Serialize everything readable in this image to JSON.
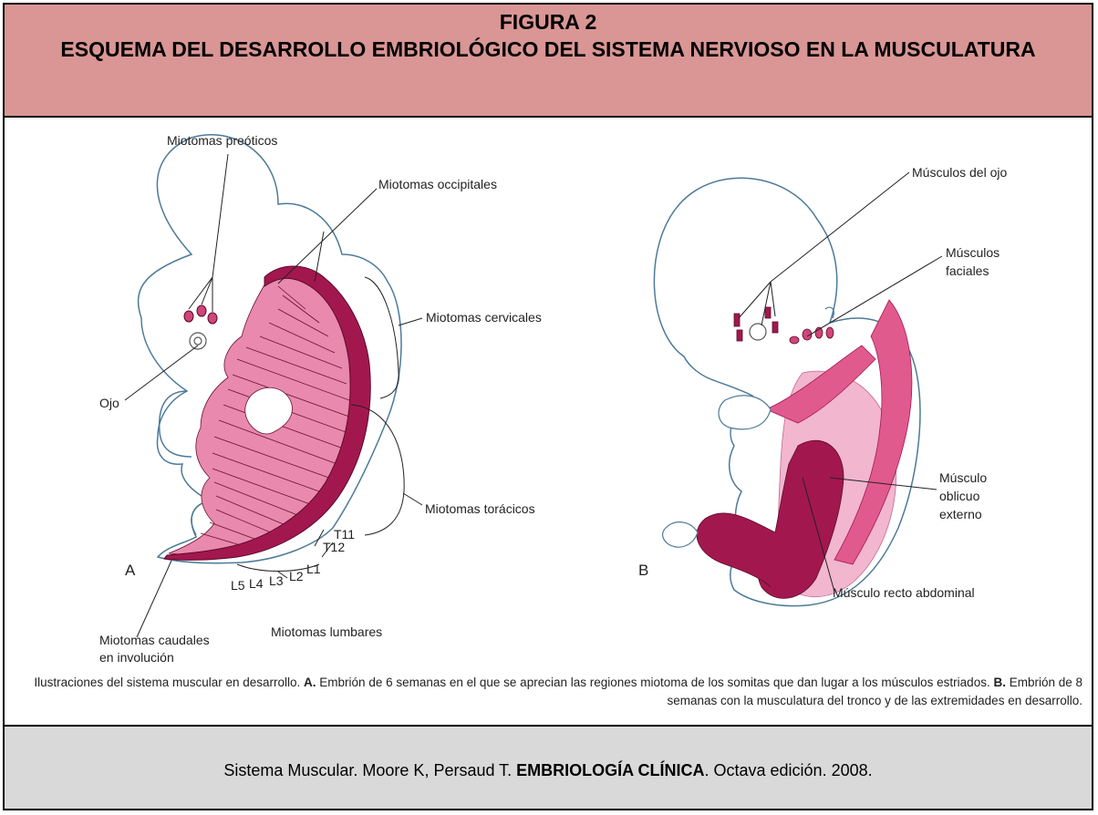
{
  "header": {
    "figure_number": "FIGURA 2",
    "title": "ESQUEMA DEL DESARROLLO EMBRIOLÓGICO DEL SISTEMA NERVIOSO EN LA MUSCULATURA"
  },
  "panel_a": {
    "letter": "A",
    "labels": {
      "preoticos": "Miotomas preóticos",
      "occipitales": "Miotomas occipitales",
      "cervicales": "Miotomas cervicales",
      "ojo": "Ojo",
      "toracicos": "Miotomas torácicos",
      "caudales_1": "Miotomas caudales",
      "caudales_2": "en involución",
      "lumbares": "Miotomas lumbares",
      "t11": "T11",
      "t12": "T12",
      "l1": "L1",
      "l2": "L2",
      "l3": "L3",
      "l4": "L4",
      "l5": "L5"
    }
  },
  "panel_b": {
    "letter": "B",
    "labels": {
      "ojo": "Músculos del ojo",
      "faciales_1": "Músculos",
      "faciales_2": "faciales",
      "oblicuo_1": "Músculo",
      "oblicuo_2": "oblicuo",
      "oblicuo_3": "externo",
      "recto": "Músculo recto abdominal"
    }
  },
  "caption": {
    "text1": "Ilustraciones del sistema muscular en desarrollo. ",
    "a_label": "A.",
    "text2": " Embrión de 6 semanas en el que se aprecian las regiones miotoma de los somitas que dan lugar a los músculos estriados. ",
    "b_label": "B.",
    "text3": " Embrión de 8 semanas con la musculatura del tronco y de las extremidades en desarrollo."
  },
  "footer": {
    "text1": "Sistema Muscular. Moore K, Persaud T. ",
    "book": "EMBRIOLOGÍA CLÍNICA",
    "text2": ". Octava edición. 2008."
  },
  "colors": {
    "header_bg": "#d99694",
    "footer_bg": "#d9d9d9",
    "muscle_dark": "#a3174f",
    "muscle_mid": "#e05a8e",
    "muscle_light": "#f2b6cf",
    "outline": "#4d7a99"
  }
}
